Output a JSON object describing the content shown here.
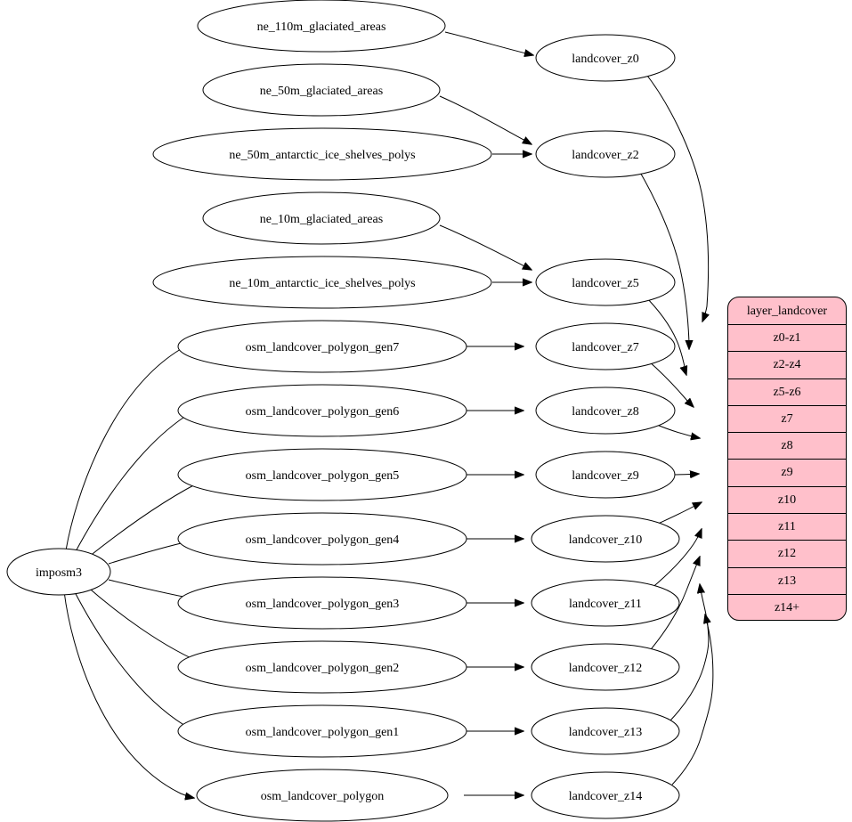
{
  "diagram": {
    "type": "graphviz-digraph",
    "background": "#ffffff",
    "accent_table_fill": "#ffc0cb",
    "node_fill": "#ffffff",
    "stroke": "#000000",
    "source_node": {
      "id": "imposm3",
      "label": "imposm3"
    },
    "source_tables": [
      {
        "id": "ne_110m_glaciated_areas",
        "label": "ne_110m_glaciated_areas"
      },
      {
        "id": "ne_50m_glaciated_areas",
        "label": "ne_50m_glaciated_areas"
      },
      {
        "id": "ne_50m_antarctic_ice_shelves_polys",
        "label": "ne_50m_antarctic_ice_shelves_polys"
      },
      {
        "id": "ne_10m_glaciated_areas",
        "label": "ne_10m_glaciated_areas"
      },
      {
        "id": "ne_10m_antarctic_ice_shelves_polys",
        "label": "ne_10m_antarctic_ice_shelves_polys"
      },
      {
        "id": "osm_landcover_polygon_gen7",
        "label": "osm_landcover_polygon_gen7"
      },
      {
        "id": "osm_landcover_polygon_gen6",
        "label": "osm_landcover_polygon_gen6"
      },
      {
        "id": "osm_landcover_polygon_gen5",
        "label": "osm_landcover_polygon_gen5"
      },
      {
        "id": "osm_landcover_polygon_gen4",
        "label": "osm_landcover_polygon_gen4"
      },
      {
        "id": "osm_landcover_polygon_gen3",
        "label": "osm_landcover_polygon_gen3"
      },
      {
        "id": "osm_landcover_polygon_gen2",
        "label": "osm_landcover_polygon_gen2"
      },
      {
        "id": "osm_landcover_polygon_gen1",
        "label": "osm_landcover_polygon_gen1"
      },
      {
        "id": "osm_landcover_polygon",
        "label": "osm_landcover_polygon"
      }
    ],
    "zoom_views": [
      {
        "id": "landcover_z0",
        "label": "landcover_z0"
      },
      {
        "id": "landcover_z2",
        "label": "landcover_z2"
      },
      {
        "id": "landcover_z5",
        "label": "landcover_z5"
      },
      {
        "id": "landcover_z7",
        "label": "landcover_z7"
      },
      {
        "id": "landcover_z8",
        "label": "landcover_z8"
      },
      {
        "id": "landcover_z9",
        "label": "landcover_z9"
      },
      {
        "id": "landcover_z10",
        "label": "landcover_z10"
      },
      {
        "id": "landcover_z11",
        "label": "landcover_z11"
      },
      {
        "id": "landcover_z12",
        "label": "landcover_z12"
      },
      {
        "id": "landcover_z13",
        "label": "landcover_z13"
      },
      {
        "id": "landcover_z14",
        "label": "landcover_z14"
      }
    ],
    "layer_table": {
      "title": "layer_landcover",
      "rows": [
        {
          "label": "z0-z1"
        },
        {
          "label": "z2-z4"
        },
        {
          "label": "z5-z6"
        },
        {
          "label": "z7"
        },
        {
          "label": "z8"
        },
        {
          "label": "z9"
        },
        {
          "label": "z10"
        },
        {
          "label": "z11"
        },
        {
          "label": "z12"
        },
        {
          "label": "z13"
        },
        {
          "label": "z14+"
        }
      ]
    },
    "edges": [
      {
        "from": "ne_110m_glaciated_areas",
        "to": "landcover_z0"
      },
      {
        "from": "ne_50m_glaciated_areas",
        "to": "landcover_z2"
      },
      {
        "from": "ne_50m_antarctic_ice_shelves_polys",
        "to": "landcover_z2"
      },
      {
        "from": "ne_10m_glaciated_areas",
        "to": "landcover_z5"
      },
      {
        "from": "ne_10m_antarctic_ice_shelves_polys",
        "to": "landcover_z5"
      },
      {
        "from": "imposm3",
        "to": "osm_landcover_polygon_gen7"
      },
      {
        "from": "imposm3",
        "to": "osm_landcover_polygon_gen6"
      },
      {
        "from": "imposm3",
        "to": "osm_landcover_polygon_gen5"
      },
      {
        "from": "imposm3",
        "to": "osm_landcover_polygon_gen4"
      },
      {
        "from": "imposm3",
        "to": "osm_landcover_polygon_gen3"
      },
      {
        "from": "imposm3",
        "to": "osm_landcover_polygon_gen2"
      },
      {
        "from": "imposm3",
        "to": "osm_landcover_polygon_gen1"
      },
      {
        "from": "imposm3",
        "to": "osm_landcover_polygon"
      },
      {
        "from": "osm_landcover_polygon_gen7",
        "to": "landcover_z7"
      },
      {
        "from": "osm_landcover_polygon_gen6",
        "to": "landcover_z8"
      },
      {
        "from": "osm_landcover_polygon_gen5",
        "to": "landcover_z9"
      },
      {
        "from": "osm_landcover_polygon_gen4",
        "to": "landcover_z10"
      },
      {
        "from": "osm_landcover_polygon_gen3",
        "to": "landcover_z11"
      },
      {
        "from": "osm_landcover_polygon_gen2",
        "to": "landcover_z12"
      },
      {
        "from": "osm_landcover_polygon_gen1",
        "to": "landcover_z13"
      },
      {
        "from": "osm_landcover_polygon",
        "to": "landcover_z14"
      },
      {
        "from": "landcover_z0",
        "to": "layer_landcover:z0-z1"
      },
      {
        "from": "landcover_z2",
        "to": "layer_landcover:z2-z4"
      },
      {
        "from": "landcover_z5",
        "to": "layer_landcover:z5-z6"
      },
      {
        "from": "landcover_z7",
        "to": "layer_landcover:z7"
      },
      {
        "from": "landcover_z8",
        "to": "layer_landcover:z8"
      },
      {
        "from": "landcover_z9",
        "to": "layer_landcover:z9"
      },
      {
        "from": "landcover_z10",
        "to": "layer_landcover:z10"
      },
      {
        "from": "landcover_z11",
        "to": "layer_landcover:z11"
      },
      {
        "from": "landcover_z12",
        "to": "layer_landcover:z12"
      },
      {
        "from": "landcover_z13",
        "to": "layer_landcover:z13"
      },
      {
        "from": "landcover_z14",
        "to": "layer_landcover:z14+"
      }
    ]
  }
}
